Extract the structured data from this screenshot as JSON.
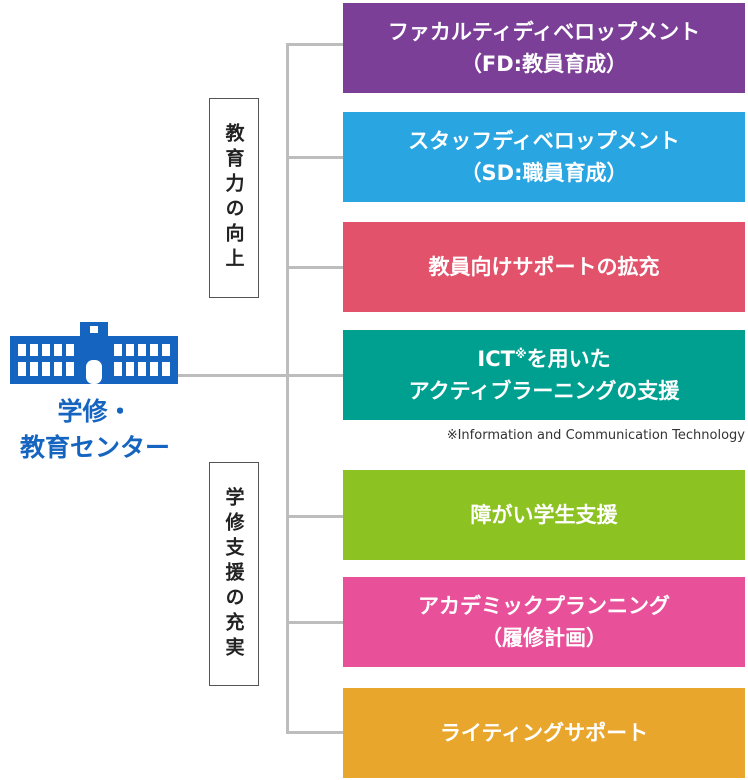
{
  "center": {
    "line1": "学修・",
    "line2": "教育センター",
    "icon": "school-building-icon",
    "color": "#1565c0"
  },
  "groups": [
    {
      "label": "教育力の向上"
    },
    {
      "label": "学修支援の充実"
    }
  ],
  "items": [
    {
      "line1": "ファカルティディベロップメント",
      "line2": "（FD:教員育成）",
      "color": "#7b3f98"
    },
    {
      "line1": "スタッフディベロップメント",
      "line2": "（SD:職員育成）",
      "color": "#29a6e2"
    },
    {
      "line1": "教員向けサポートの拡充",
      "line2": "",
      "color": "#e2526a"
    },
    {
      "line1_main": "ICT",
      "line1_sup": "※",
      "line1_tail": "を用いた",
      "line2": "アクティブラーニングの支援",
      "color": "#00a091"
    },
    {
      "line1": "障がい学生支援",
      "line2": "",
      "color": "#8cc221"
    },
    {
      "line1": "アカデミックプランニング",
      "line2": "（履修計画）",
      "color": "#e8509a"
    },
    {
      "line1": "ライティングサポート",
      "line2": "",
      "color": "#e8a62c"
    }
  ],
  "note": "※Information and Communication Technology",
  "connector_color": "#bdbdbd"
}
